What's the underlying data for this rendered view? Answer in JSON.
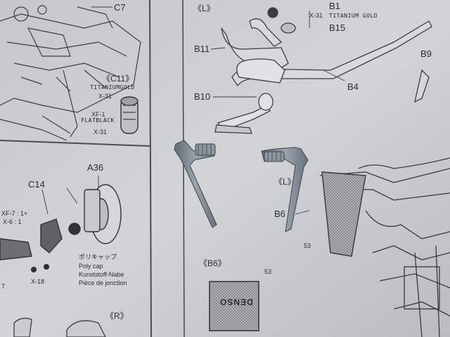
{
  "labels": {
    "c7": "C7",
    "c11": "《C11》",
    "titanium_gold_left": "TITANIUMGOLD",
    "x31_a": "X-31",
    "xf1": "XF-1",
    "flat_black": "FLATBLACK",
    "x31_b": "X-31",
    "l_top": "《L》",
    "b1": "B1",
    "x31_top": "X-31",
    "titanium_gold_top": "TITANIUM GOLD",
    "b15": "B15",
    "b11": "B11",
    "b9": "B9",
    "b4": "B4",
    "b10": "B10",
    "a36": "A36",
    "c14": "C14",
    "xf7": "XF-7 : 1+",
    "x6": "X-6 : 1",
    "polycap_jp": "ポリキャップ",
    "polycap_en": "Poly cap",
    "polycap_de": "Kunststoff-Nabe",
    "polycap_fr": "Pièce de jonction",
    "x18": "X-18",
    "seven": "7",
    "l_mid": "《L》",
    "b6": "B6",
    "num53_mid": "53",
    "b6_bottom": "《B6》",
    "num53_bottom": "53",
    "denso": "DENSO",
    "r": "《R》"
  },
  "colors": {
    "paper": "#c9ccd0",
    "ink": "#2a2d31",
    "part_grey": "#7d8893"
  }
}
